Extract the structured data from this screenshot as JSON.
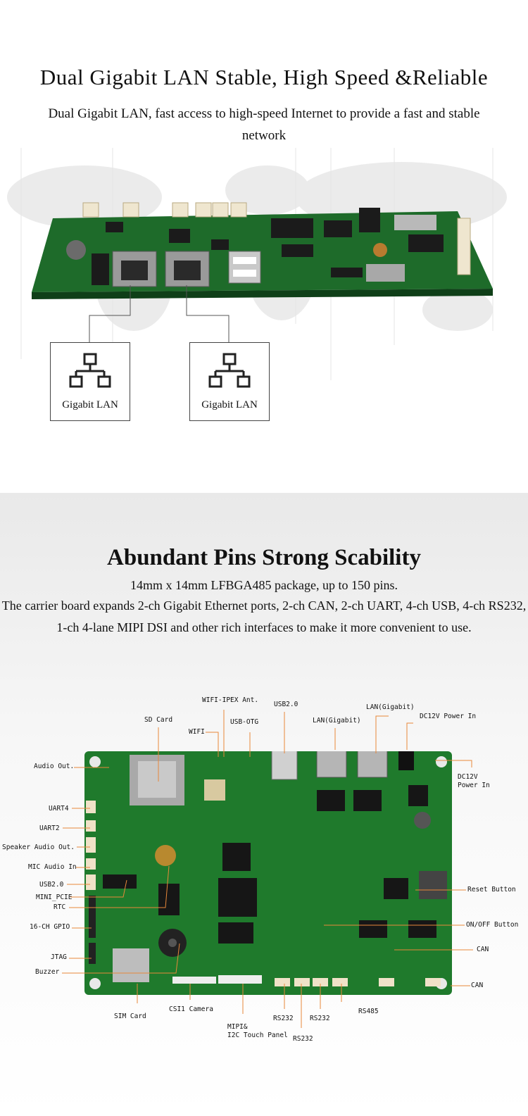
{
  "section1": {
    "title": "Dual Gigabit LAN   Stable, High Speed &Reliable",
    "subtitle": "Dual Gigabit LAN, fast access to high-speed Internet to provide a fast and stable network",
    "lan_boxes": [
      {
        "label": "Gigabit LAN"
      },
      {
        "label": "Gigabit LAN"
      }
    ]
  },
  "section2": {
    "title": "Abundant Pins Strong Scability",
    "line1": "14mm x 14mm LFBGA485 package, up to 150 pins.",
    "line2": "The carrier board expands 2-ch Gigabit Ethernet ports, 2-ch CAN, 2-ch UART, 4-ch USB, 4-ch RS232, 1-ch 4-lane MIPI DSI and other rich interfaces to make it more convenient to use.",
    "labels": {
      "wifi_ipex": "WIFI-IPEX Ant.",
      "usb20_top": "USB2.0",
      "lan_gigabit_right": "LAN(Gigabit)",
      "sd_card": "SD Card",
      "usb_otg": "USB-OTG",
      "lan_gigabit_left": "LAN(Gigabit)",
      "dc12v_top": "DC12V Power In",
      "wifi": "WIFI",
      "audio_out": "Audio Out.",
      "dc12v_right_1": "DC12V",
      "dc12v_right_2": "Power In",
      "uart4": "UART4",
      "uart2": "UART2",
      "speaker_audio_out": "Speaker Audio Out.",
      "mic_audio_in": "MIC Audio In",
      "usb20_left": "USB2.0",
      "mini_pcie": "MINI_PCIE",
      "rtc": "RTC",
      "reset_button": "Reset Button",
      "gpio16": "16-CH GPIO",
      "onoff_button": "ON/OFF Button",
      "jtag": "JTAG",
      "can_1": "CAN",
      "buzzer": "Buzzer",
      "can_2": "CAN",
      "csi1_camera": "CSI1 Camera",
      "sim_card": "SIM Card",
      "rs232_1": "RS232",
      "rs232_2": "RS232",
      "rs485": "RS485",
      "mipi_1": "MIPI&",
      "mipi_2": "I2C Touch Panel",
      "rs232_3": "RS232"
    }
  }
}
